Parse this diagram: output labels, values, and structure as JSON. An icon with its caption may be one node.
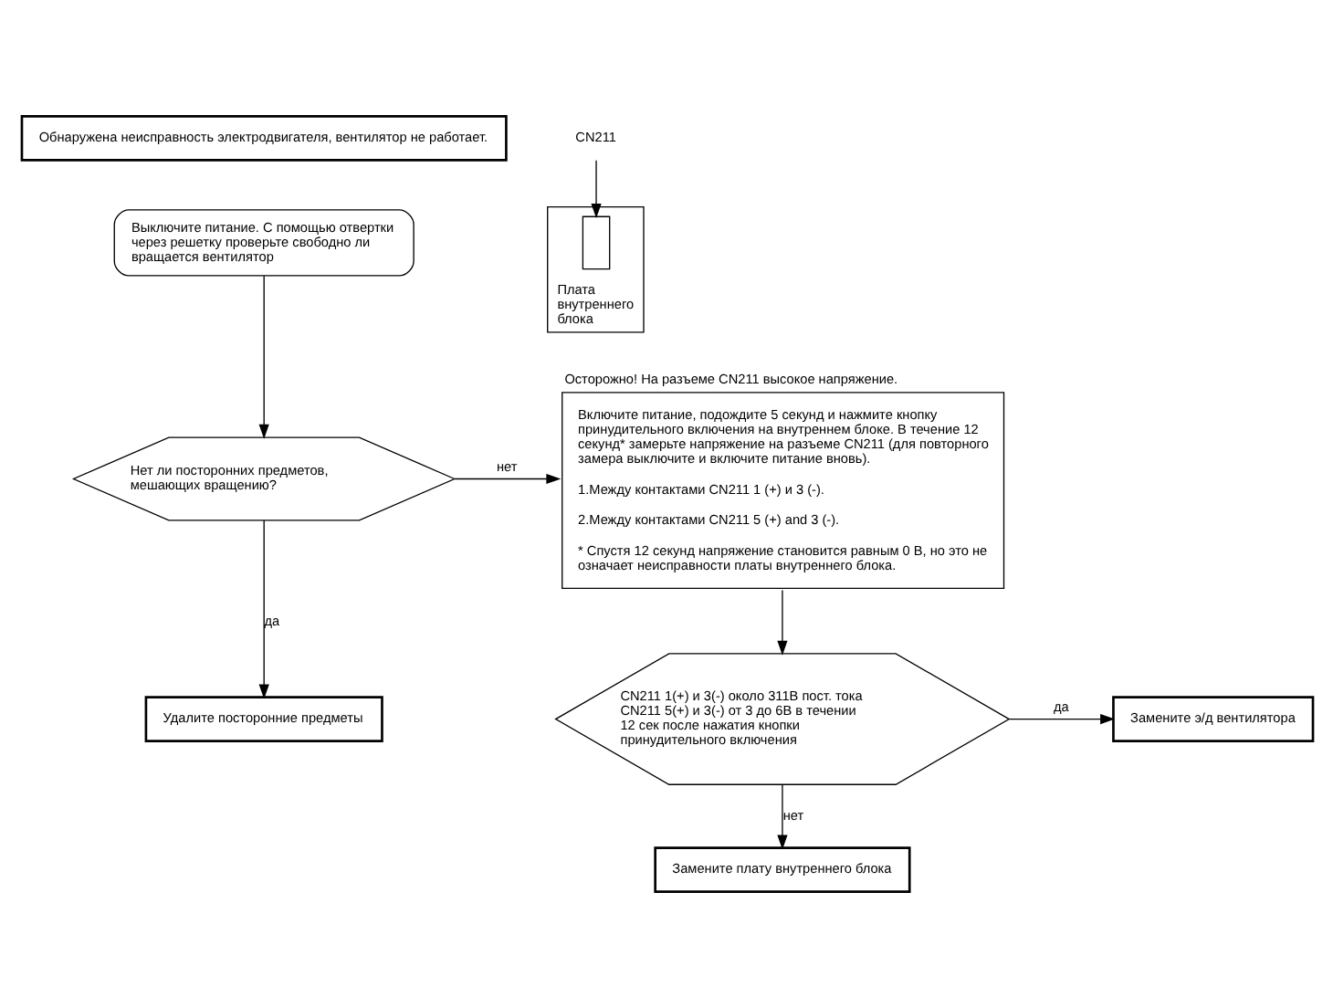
{
  "diagram": {
    "nodes": [
      {
        "text": [
          "Обнаружена неисправность электродвигателя, вентилятор не работает."
        ]
      },
      {
        "text": [
          "Выключите питание. С помощью отвертки через решетку проверьте свободно ли вращается вентилятор"
        ]
      },
      {
        "text": [
          "Нет ли посторонних предметов, мешающих вращению?"
        ]
      },
      {
        "text": [
          "Удалите посторонние предметы"
        ]
      },
      {
        "text": [
          "Включите питание, подождите 5 секунд и нажмите кнопку принудительного включения на внутреннем блоке. В течение 12 секунд* замерьте напряжение на разъеме CN211 (для повторного замера выключите и включите питание вновь).",
          "1.Между контактами CN211 1 (+) и 3 (-).",
          "2.Между контактами CN211 5 (+) and 3 (-).",
          "* Спустя 12 секунд напряжение становится равным 0 В, но это не означает неисправности платы внутреннего блока."
        ],
        "beside": [
          "Осторожно! На разъеме CN211 высокое напряжение."
        ]
      },
      {
        "text": [
          "CN211 1(+) и 3(-) около 311В пост. тока CN211 5(+) и 3(-) от 3 до 6В в течении 12 сек после нажатия кнопки принудительного включения"
        ]
      },
      {
        "text": [
          "Замените э/д вентилятора"
        ]
      },
      {
        "text": [
          "Замените плату внутреннего блока"
        ]
      },
      {
        "text": [
          "Плата внутреннего блока"
        ]
      },
      {
        "text": [],
        "shape": "box",
        "in": 8
      },
      {
        "text": [
          "CN211"
        ]
      }
    ],
    "edges": [
      {
        "from": 1,
        "to": 2,
        "arrow": "to"
      },
      {
        "from": 2,
        "to": 4,
        "arrow": "to",
        "label": "нет"
      },
      {
        "from": 2,
        "to": 3,
        "arrow": "to",
        "label": "да"
      },
      {
        "from": 4,
        "to": 5,
        "arrow": "to"
      },
      {
        "from": 5,
        "to": 6,
        "arrow": "to",
        "label": "да"
      },
      {
        "from": 5,
        "to": 7,
        "arrow": "to",
        "label": "нет"
      },
      {
        "from": 10,
        "to": 9,
        "arrow": "to"
      }
    ]
  }
}
